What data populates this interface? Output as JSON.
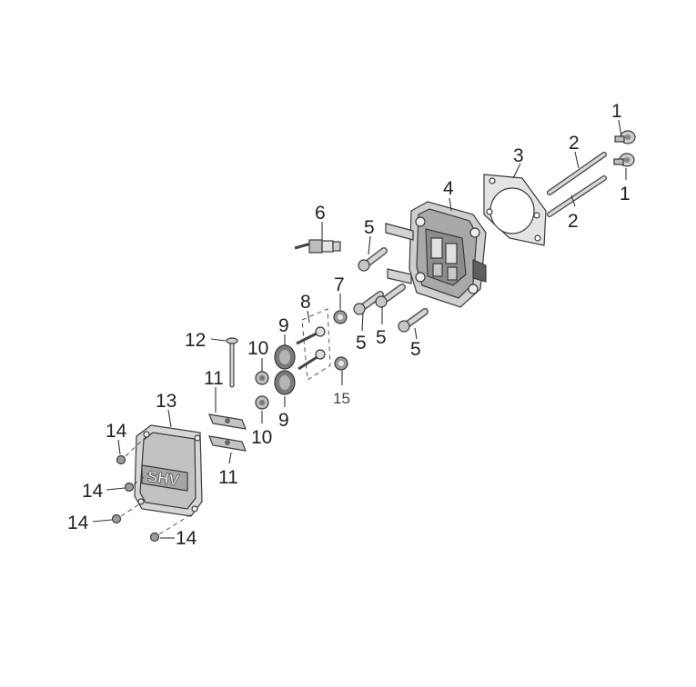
{
  "diagram": {
    "callouts": [
      "1",
      "1",
      "2",
      "2",
      "3",
      "4",
      "5",
      "5",
      "5",
      "5",
      "6",
      "7",
      "8",
      "9",
      "9",
      "10",
      "10",
      "11",
      "11",
      "12",
      "13",
      "14",
      "14",
      "14",
      "14",
      "15"
    ],
    "cover_logo_text": "SHV"
  },
  "colors": {
    "part_fill": "#d9d9d9",
    "part_dark": "#7a7a7a",
    "line": "#333333",
    "text": "#222222"
  }
}
